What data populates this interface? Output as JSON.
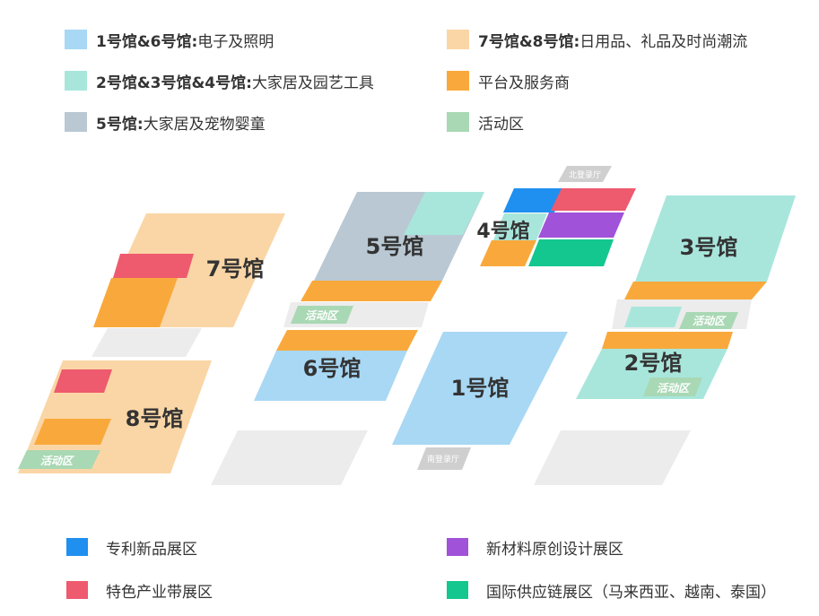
{
  "colors": {
    "electronics": "#a8d8f4",
    "home_garden": "#a8e6dc",
    "home_pet": "#b9c8d3",
    "daily_gift": "#fad6a6",
    "platform": "#f9a93c",
    "activity": "#a9d8b4",
    "patent": "#1f8ff0",
    "specialty": "#ee5a6e",
    "material": "#a052d9",
    "supply": "#14c78f",
    "hall_label": "#333333",
    "entrance": "#cfcfcf",
    "walkway": "#ececec"
  },
  "legend_top": [
    {
      "bold": "1号馆&6号馆:",
      "text": " 电子及照明",
      "color_key": "electronics"
    },
    {
      "bold": "7号馆&8号馆:",
      "text": " 日用品、礼品及时尚潮流",
      "color_key": "daily_gift"
    },
    {
      "bold": "2号馆&3号馆&4号馆:",
      "text": " 大家居及园艺工具",
      "color_key": "home_garden"
    },
    {
      "bold": "",
      "text": "平台及服务商",
      "color_key": "platform"
    },
    {
      "bold": "5号馆:",
      "text": " 大家居及宠物婴童",
      "color_key": "home_pet"
    },
    {
      "bold": "",
      "text": "活动区",
      "color_key": "activity"
    }
  ],
  "legend_bottom": [
    {
      "text": "专利新品展区",
      "color_key": "patent"
    },
    {
      "text": "新材料原创设计展区",
      "color_key": "material"
    },
    {
      "text": "特色产业带展区",
      "color_key": "specialty"
    },
    {
      "text": "国际供应链展区（马来西亚、越南、泰国）",
      "color_key": "supply"
    }
  ],
  "halls": {
    "h1": "1号馆",
    "h2": "2号馆",
    "h3": "3号馆",
    "h4": "4号馆",
    "h5": "5号馆",
    "h6": "6号馆",
    "h7": "7号馆",
    "h8": "8号馆"
  },
  "activity_label": "活动区",
  "entrances": {
    "north": "北登录厅",
    "south": "南登录厅"
  }
}
